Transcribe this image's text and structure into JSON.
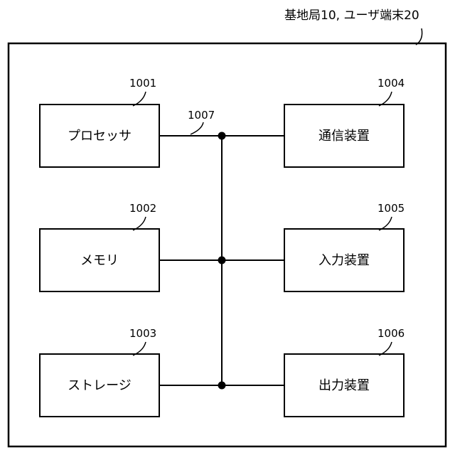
{
  "diagram": {
    "outer_label": "基地局10, ユーザ端末20",
    "bus": {
      "ref": "1007"
    },
    "left_blocks": [
      {
        "ref": "1001",
        "label": "プロセッサ"
      },
      {
        "ref": "1002",
        "label": "メモリ"
      },
      {
        "ref": "1003",
        "label": "ストレージ"
      }
    ],
    "right_blocks": [
      {
        "ref": "1004",
        "label": "通信装置"
      },
      {
        "ref": "1005",
        "label": "入力装置"
      },
      {
        "ref": "1006",
        "label": "出力装置"
      }
    ]
  }
}
